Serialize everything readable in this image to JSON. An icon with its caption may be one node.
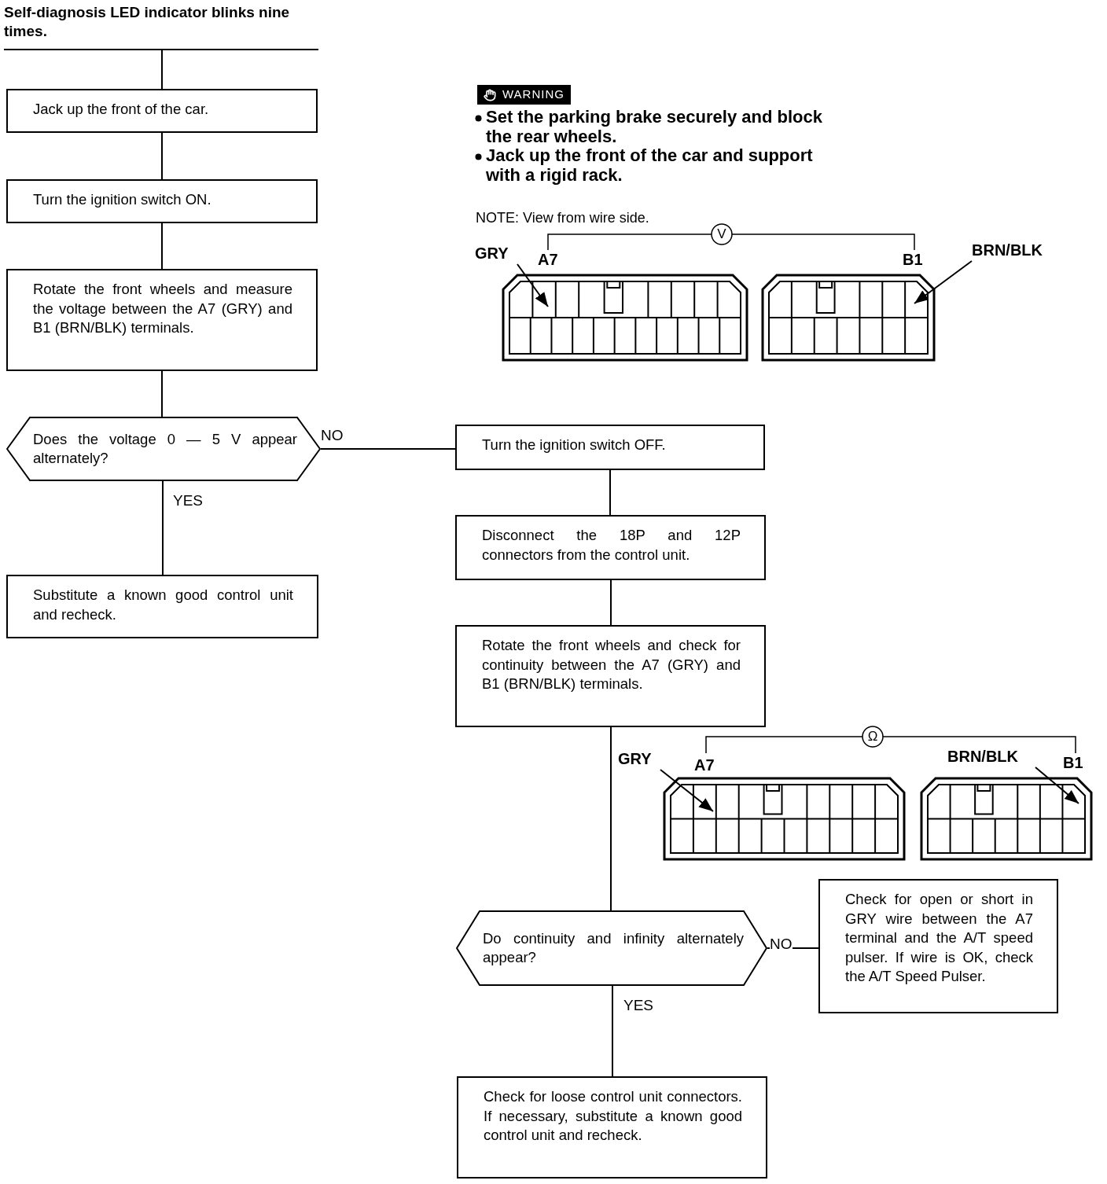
{
  "diagram": {
    "nodes": [
      {
        "text": [
          "Self-diagnosis LED indicator blinks nine times."
        ]
      },
      {
        "text": [
          "Jack up the front of the car."
        ]
      },
      {
        "text": [
          "Turn the ignition switch ON."
        ]
      },
      {
        "text": [
          "Rotate the front wheels and measure the voltage between the A7 (GRY) and B1 (BRN/BLK) terminals."
        ]
      },
      {
        "text": [
          "Does the voltage 0 — 5 V appear alternately?"
        ]
      },
      {
        "text": [
          "Substitute a known good control unit and recheck."
        ]
      },
      {
        "text": [
          "Turn the ignition switch OFF."
        ]
      },
      {
        "text": [
          "Disconnect the 18P and 12P connectors from the control unit."
        ]
      },
      {
        "text": [
          "Rotate the front wheels and check for continuity between the A7 (GRY) and B1 (BRN/BLK) terminals."
        ]
      },
      {
        "text": [
          "Do continuity and infinity alternately appear?"
        ]
      },
      {
        "text": [
          "Check for open or short in GRY wire between the A7 terminal and the A/T speed pulser. If wire is OK, check the A/T Speed Pulser."
        ]
      },
      {
        "text": [
          "Check for loose control unit connectors. If necessary, substitute a known good control unit and recheck."
        ]
      },
      {
        "text": [
          "GRY"
        ]
      },
      {
        "text": [
          "BRN/BLK"
        ]
      },
      {
        "text": [
          "GRY"
        ]
      },
      {
        "text": [
          "BRN/BLK"
        ]
      }
    ],
    "edges": [
      {
        "from": 0,
        "to": 1,
        "arrow": "none"
      },
      {
        "from": 1,
        "to": 2,
        "arrow": "none"
      },
      {
        "from": 2,
        "to": 3,
        "arrow": "none"
      },
      {
        "from": 3,
        "to": 4,
        "arrow": "none"
      },
      {
        "from": 4,
        "to": 6,
        "arrow": "none",
        "label": "NO"
      },
      {
        "from": 4,
        "to": 5,
        "arrow": "none",
        "label": "YES"
      },
      {
        "from": 6,
        "to": 7,
        "arrow": "none"
      },
      {
        "from": 7,
        "to": 8,
        "arrow": "none"
      },
      {
        "from": 8,
        "to": 9,
        "arrow": "none"
      },
      {
        "from": 9,
        "to": 10,
        "arrow": "none",
        "label": "NO"
      },
      {
        "from": 9,
        "to": 11,
        "arrow": "none",
        "label": "YES"
      },
      {
        "from": 12,
        "to": null,
        "arrow": "to"
      },
      {
        "from": 13,
        "to": null,
        "arrow": "to"
      },
      {
        "from": 14,
        "to": null,
        "arrow": "to"
      },
      {
        "from": 15,
        "to": null,
        "arrow": "to"
      }
    ],
    "labels": [
      "WARNING",
      "Set the parking brake securely and block the rear wheels.",
      "Jack up the front of the car and support with a rigid rack.",
      "NOTE: View from wire side.",
      "A7",
      "V",
      "B1",
      "A7",
      "Ω",
      "B1"
    ]
  }
}
